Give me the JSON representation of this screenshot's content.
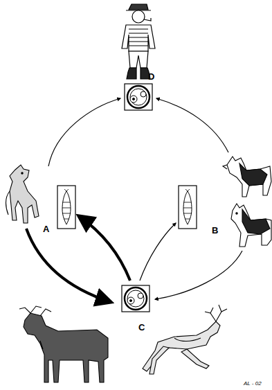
{
  "diagram": {
    "labels": [
      "D",
      "A",
      "B",
      "C",
      "AL - 02"
    ]
  }
}
